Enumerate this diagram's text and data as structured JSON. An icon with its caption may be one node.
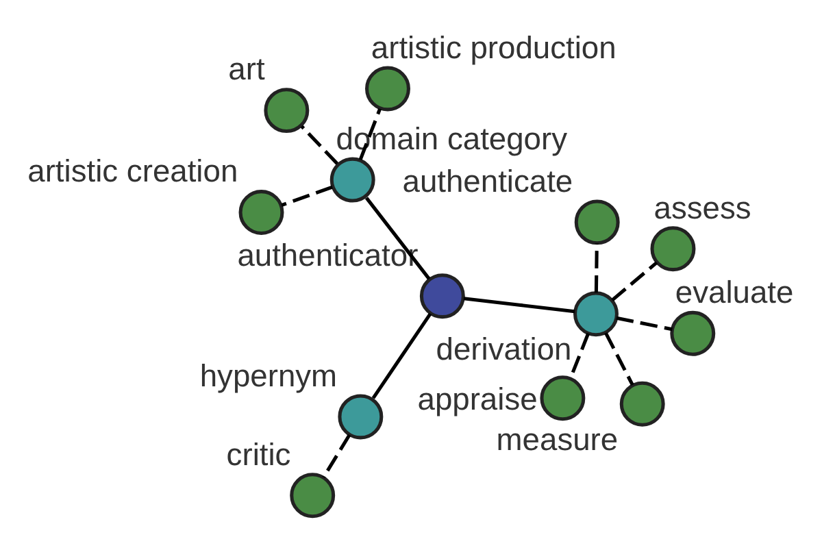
{
  "diagram": {
    "nodes": [
      {
        "text": [
          "authenticator"
        ]
      },
      {
        "text": [
          "derivation"
        ]
      },
      {
        "text": [
          "hypernym"
        ]
      },
      {
        "text": [
          "domain category"
        ]
      },
      {
        "text": [
          "assess"
        ]
      },
      {
        "text": [
          "authenticate"
        ]
      },
      {
        "text": [
          "appraise"
        ]
      },
      {
        "text": [
          "evaluate"
        ]
      },
      {
        "text": [
          "measure"
        ]
      },
      {
        "text": [
          "critic"
        ]
      },
      {
        "text": [
          "artistic creation"
        ]
      },
      {
        "text": [
          "art"
        ]
      },
      {
        "text": [
          "artistic production"
        ]
      }
    ],
    "edges": [
      {
        "from": 0,
        "to": 1,
        "arrow": "none"
      },
      {
        "from": 0,
        "to": 2,
        "arrow": "none"
      },
      {
        "from": 0,
        "to": 3,
        "arrow": "none"
      },
      {
        "from": 1,
        "to": 4,
        "arrow": "none",
        "style": "dashed"
      },
      {
        "from": 1,
        "to": 5,
        "arrow": "none",
        "style": "dashed"
      },
      {
        "from": 1,
        "to": 6,
        "arrow": "none",
        "style": "dashed"
      },
      {
        "from": 1,
        "to": 7,
        "arrow": "none",
        "style": "dashed"
      },
      {
        "from": 1,
        "to": 8,
        "arrow": "none",
        "style": "dashed"
      },
      {
        "from": 2,
        "to": 9,
        "arrow": "none",
        "style": "dashed"
      },
      {
        "from": 3,
        "to": 10,
        "arrow": "none",
        "style": "dashed"
      },
      {
        "from": 3,
        "to": 11,
        "arrow": "none",
        "style": "dashed"
      },
      {
        "from": 3,
        "to": 12,
        "arrow": "none",
        "style": "dashed"
      }
    ]
  }
}
